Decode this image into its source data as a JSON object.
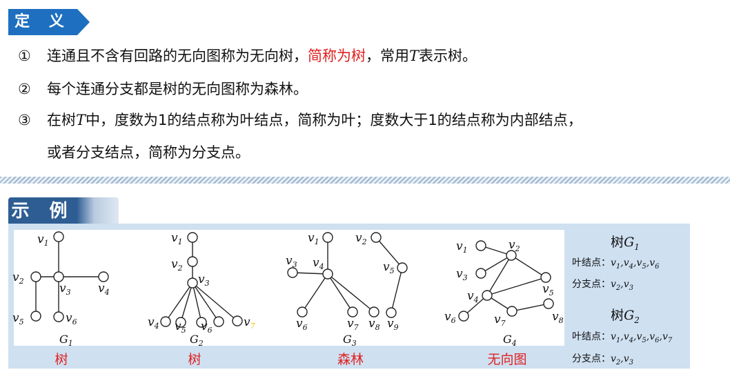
{
  "definition": {
    "title": "定 义",
    "items": [
      {
        "num": "①",
        "parts": [
          "连通且不含有回路的无向图称为无向树，",
          "简称为树",
          "，常用",
          "T",
          "表示树。"
        ]
      },
      {
        "num": "②",
        "text": "每个连通分支都是树的无向图称为森林。"
      },
      {
        "num": "③",
        "parts": [
          "在树",
          "T",
          "中，度数为1的结点称为叶结点，简称为叶；度数大于1的结点称为内部结点，"
        ],
        "cont": "或者分支结点，简称为分支点。"
      }
    ]
  },
  "example": {
    "title": "示 例",
    "captions": [
      "树",
      "树",
      "森林",
      "无向图"
    ],
    "graph_names": [
      "G1",
      "G2",
      "G3",
      "G4"
    ],
    "side": [
      {
        "title": "树G1",
        "leaf_label": "叶结点：",
        "leaf": "v1,v4,v5,v6",
        "branch_label": "分支点：",
        "branch": "v2,v3"
      },
      {
        "title": "树G2",
        "leaf_label": "叶结点：",
        "leaf": "v1,v4,v5,v6,v7",
        "branch_label": "分支点：",
        "branch": "v2,v3"
      }
    ]
  },
  "colors": {
    "accent": "#2e5d93",
    "highlight": "#e02020",
    "panel": "#cfe0f1"
  }
}
